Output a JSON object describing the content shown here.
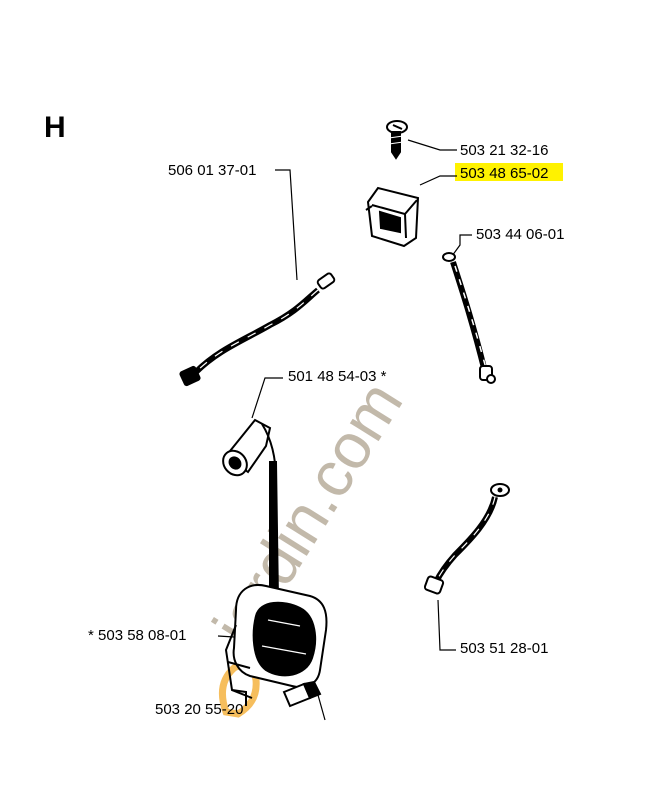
{
  "diagram": {
    "section_letter": "H",
    "highlight_color": "#fff200",
    "watermark": "jardin.com",
    "watermark_colors": {
      "prefix": "#f5b341",
      "main": "#b8ad9c"
    },
    "parts": {
      "screw_top": "503 21 32-16",
      "bracket": "503 48 65-02",
      "short_wire": "503 44 06-01",
      "long_wire": "506 01 37-01",
      "spark_plug_cap": "501 48 54-03  *",
      "ground_wire": "503 51 28-01",
      "ignition_module": "*  503 58 08-01",
      "module_screw": "503 20 55-20"
    }
  }
}
